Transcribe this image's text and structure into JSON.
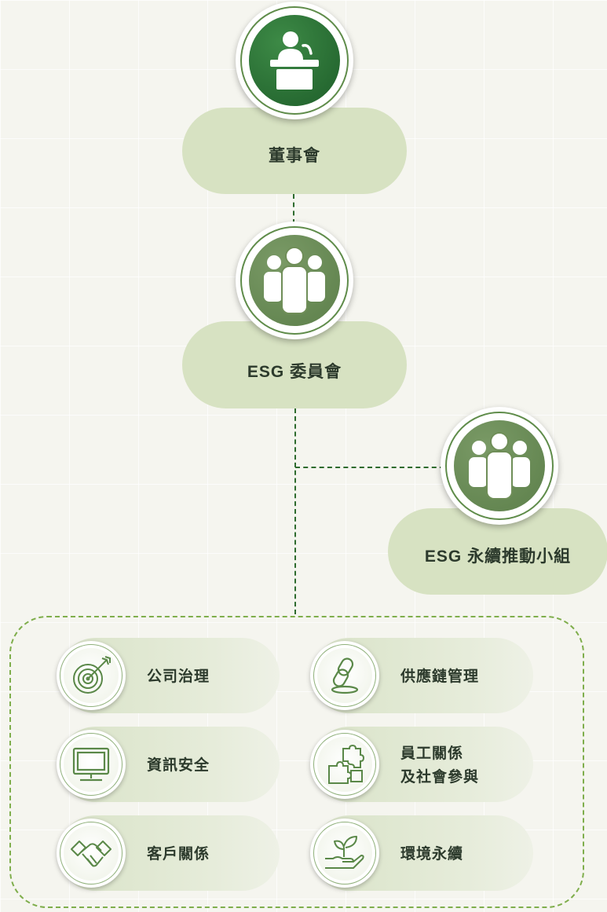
{
  "nodes": {
    "board": {
      "label": "董事會",
      "icon": "podium-speaker-icon"
    },
    "esg_committee": {
      "label": "ESG 委員會",
      "icon": "people-group-icon"
    },
    "esg_task_force": {
      "label": "ESG 永續推動小組",
      "icon": "people-group-icon"
    }
  },
  "items": {
    "corporate_governance": {
      "label": "公司治理",
      "icon": "target-arrow-icon"
    },
    "supply_chain": {
      "label": "供應鏈管理",
      "icon": "chain-link-icon"
    },
    "info_security": {
      "label": "資訊安全",
      "icon": "monitor-icon"
    },
    "employee_relations": {
      "label_line1": "員工關係",
      "label_line2": "及社會參與",
      "icon": "puzzle-icon"
    },
    "customer_relations": {
      "label": "客戶關係",
      "icon": "handshake-icon"
    },
    "environment": {
      "label": "環境永續",
      "icon": "plant-hand-icon"
    }
  },
  "colors": {
    "dark_green": "#2e6b2e",
    "mid_green": "#5f8c4a",
    "olive_green": "#6f8e58",
    "pill_bg": "#d7e2c2",
    "box_border": "#7fae4c"
  }
}
